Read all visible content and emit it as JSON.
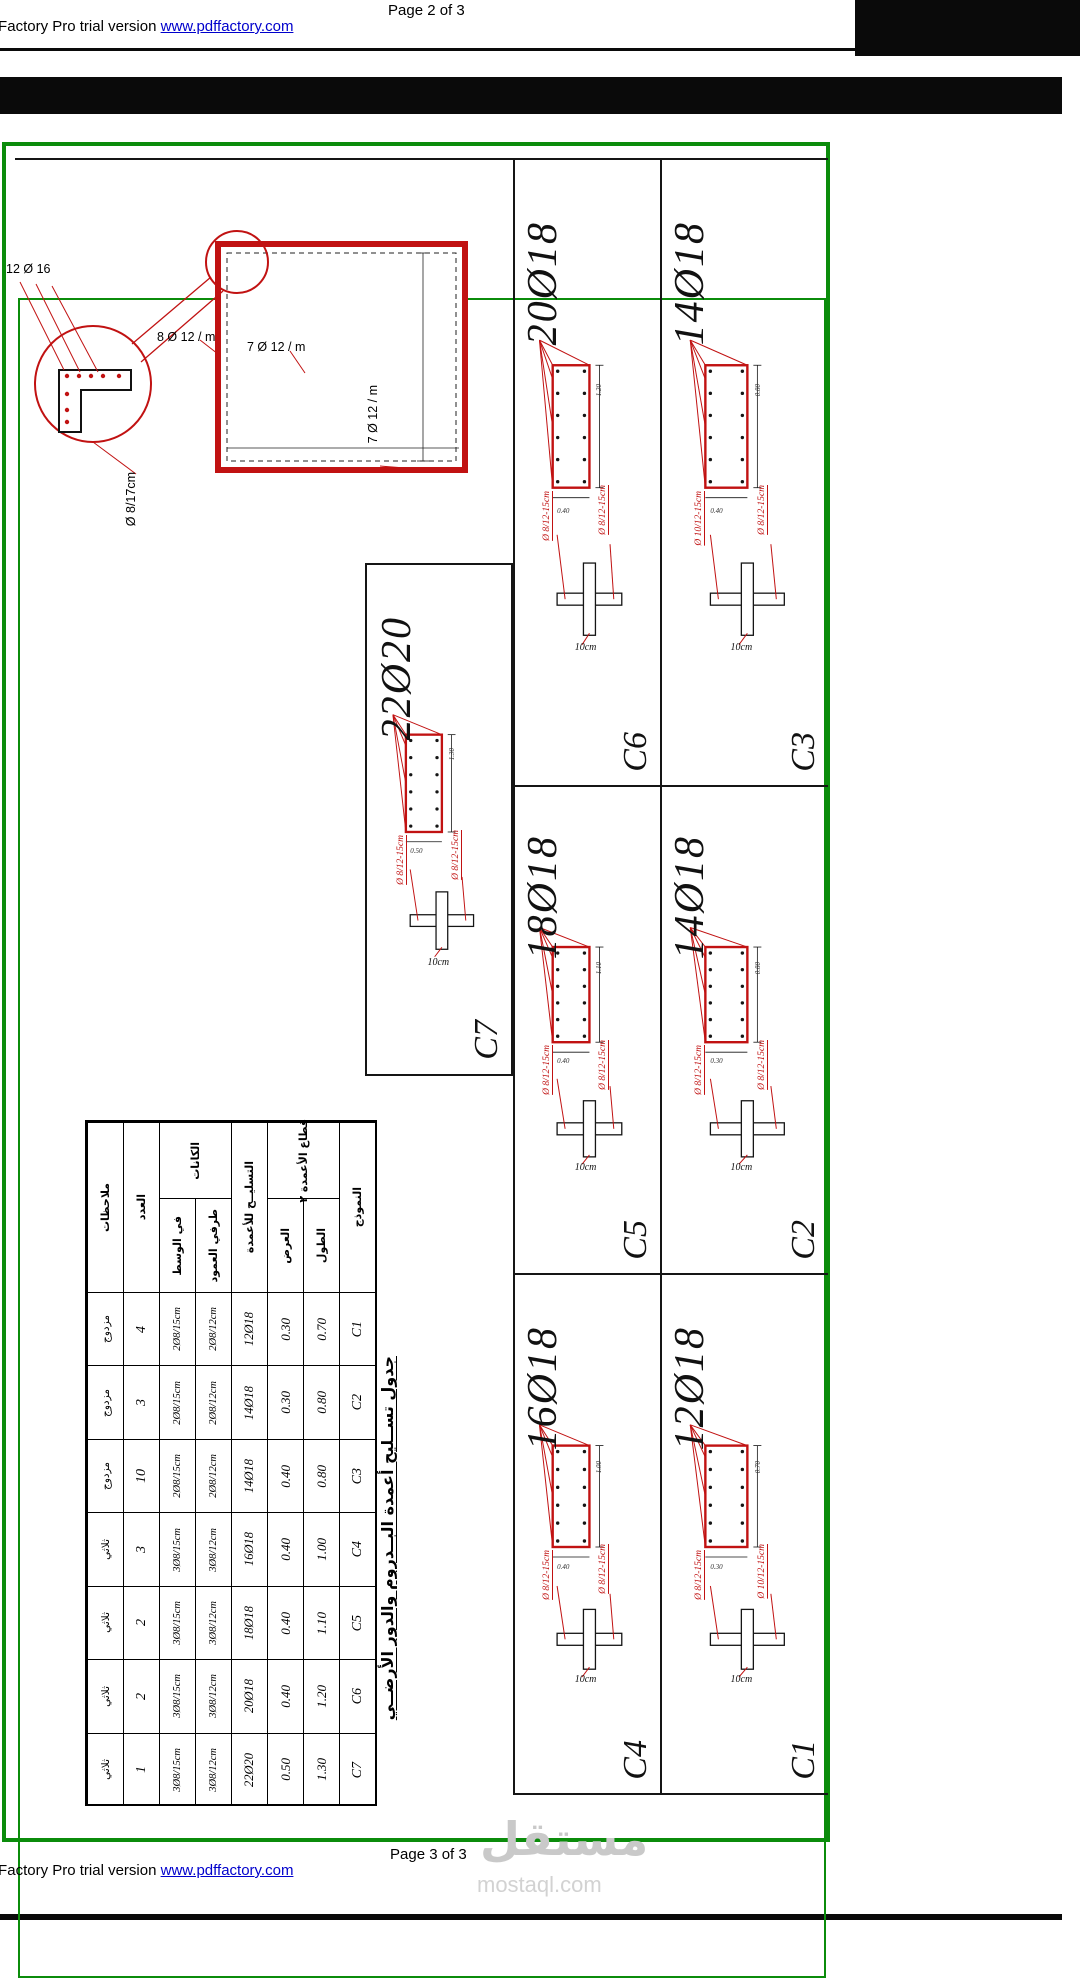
{
  "viewer": {
    "top_page_indicator": "Page 2 of 3",
    "bottom_page_indicator": "Page 3 of 3",
    "trial_prefix": "PDF created with pdfFactory Pro trial version ",
    "trial_link": "www.pdffactory.com",
    "watermark_text": "مستقل",
    "watermark_domain": "mostaql.com"
  },
  "colors": {
    "frame_green": "#0b8c0b",
    "drawing_red": "#c11212",
    "link_blue": "#0000cc"
  },
  "wall_detail": {
    "corner_bars_label": "12 Ø 16",
    "outer_face_label": "8 Ø 12 / m",
    "inner_face_label": "7 Ø 12 / m",
    "inner_face_label_vertical": "7 Ø 12 / m",
    "ties_label": "Ø 8/17cm"
  },
  "sections": [
    {
      "model": "C1",
      "bars": "12Ø18",
      "annot_left": "Ø 8/12-15cm",
      "annot_right": "Ø 10/12-15cm",
      "tie_note": "10cm",
      "dim_length": "0.70",
      "dim_width": "0.30"
    },
    {
      "model": "C2",
      "bars": "14Ø18",
      "annot_left": "Ø 8/12-15cm",
      "annot_right": "Ø 8/12-15cm",
      "tie_note": "10cm",
      "dim_length": "0.80",
      "dim_width": "0.30"
    },
    {
      "model": "C3",
      "bars": "14Ø18",
      "annot_left": "Ø 10/12-15cm",
      "annot_right": "Ø 8/12-15cm",
      "tie_note": "10cm",
      "dim_length": "0.80",
      "dim_width": "0.40"
    },
    {
      "model": "C4",
      "bars": "16Ø18",
      "annot_left": "Ø 8/12-15cm",
      "annot_right": "Ø 8/12-15cm",
      "tie_note": "10cm",
      "dim_length": "1.00",
      "dim_width": "0.40"
    },
    {
      "model": "C5",
      "bars": "18Ø18",
      "annot_left": "Ø 8/12-15cm",
      "annot_right": "Ø 8/12-15cm",
      "tie_note": "10cm",
      "dim_length": "1.10",
      "dim_width": "0.40"
    },
    {
      "model": "C6",
      "bars": "20Ø18",
      "annot_left": "Ø 8/12-15cm",
      "annot_right": "Ø 8/12-15cm",
      "tie_note": "10cm",
      "dim_length": "1.20",
      "dim_width": "0.40"
    },
    {
      "model": "C7",
      "bars": "22Ø20",
      "annot_left": "Ø 8/12-15cm",
      "annot_right": "Ø 8/12-15cm",
      "tie_note": "10cm",
      "dim_length": "1.30",
      "dim_width": "0.50"
    }
  ],
  "table": {
    "title": "جدول تســليح أعمدة البــدروم والدور الأرضــي",
    "headers": {
      "notes": "ملاحظات",
      "count": "العدد",
      "stirrups_group": "الكانات",
      "stirrups_middle": "في الوسط",
      "stirrups_ends": "طرفي العمود",
      "reinforcement": "التسليــح للأعمدة",
      "section_group": "قطاع الأعمدة ٢",
      "width": "العرض",
      "length": "الطول",
      "model": "النموذج"
    },
    "rows": [
      {
        "model": "C1",
        "length": "0.70",
        "width": "0.30",
        "reinforcement": "12Ø18",
        "ends": "2Ø8/12cm",
        "middle": "2Ø8/15cm",
        "count": "4",
        "notes": "مزدوج"
      },
      {
        "model": "C2",
        "length": "0.80",
        "width": "0.30",
        "reinforcement": "14Ø18",
        "ends": "2Ø8/12cm",
        "middle": "2Ø8/15cm",
        "count": "3",
        "notes": "مزدوج"
      },
      {
        "model": "C3",
        "length": "0.80",
        "width": "0.40",
        "reinforcement": "14Ø18",
        "ends": "2Ø8/12cm",
        "middle": "2Ø8/15cm",
        "count": "10",
        "notes": "مزدوج"
      },
      {
        "model": "C4",
        "length": "1.00",
        "width": "0.40",
        "reinforcement": "16Ø18",
        "ends": "3Ø8/12cm",
        "middle": "3Ø8/15cm",
        "count": "3",
        "notes": "ثلاثي"
      },
      {
        "model": "C5",
        "length": "1.10",
        "width": "0.40",
        "reinforcement": "18Ø18",
        "ends": "3Ø8/12cm",
        "middle": "3Ø8/15cm",
        "count": "2",
        "notes": "ثلاثي"
      },
      {
        "model": "C6",
        "length": "1.20",
        "width": "0.40",
        "reinforcement": "20Ø18",
        "ends": "3Ø8/12cm",
        "middle": "3Ø8/15cm",
        "count": "2",
        "notes": "ثلاثي"
      },
      {
        "model": "C7",
        "length": "1.30",
        "width": "0.50",
        "reinforcement": "22Ø20",
        "ends": "3Ø8/12cm",
        "middle": "3Ø8/15cm",
        "count": "1",
        "notes": "ثلاثي"
      }
    ]
  }
}
